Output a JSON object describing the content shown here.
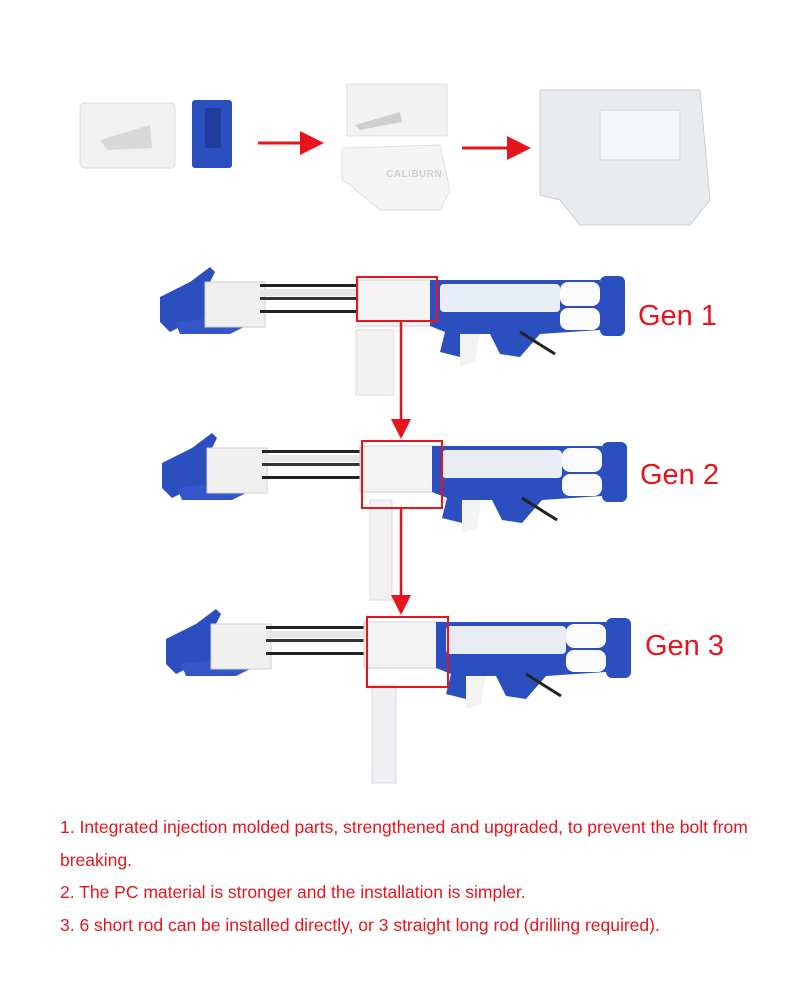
{
  "colors": {
    "accent": "#e8141c",
    "blaster_blue": "#2c4fc0",
    "part_white": "#f2f2f2"
  },
  "parts": {
    "embossed_text": "CALIBURN"
  },
  "generations": [
    {
      "label": "Gen 1"
    },
    {
      "label": "Gen 2"
    },
    {
      "label": "Gen 3"
    }
  ],
  "notes": [
    "1. Integrated injection molded parts, strengthened and upgraded, to prevent the bolt from breaking.",
    "2. The PC material is stronger and the installation is simpler.",
    "3. 6 short rod can be installed directly, or 3 straight long rod (drilling required)."
  ]
}
